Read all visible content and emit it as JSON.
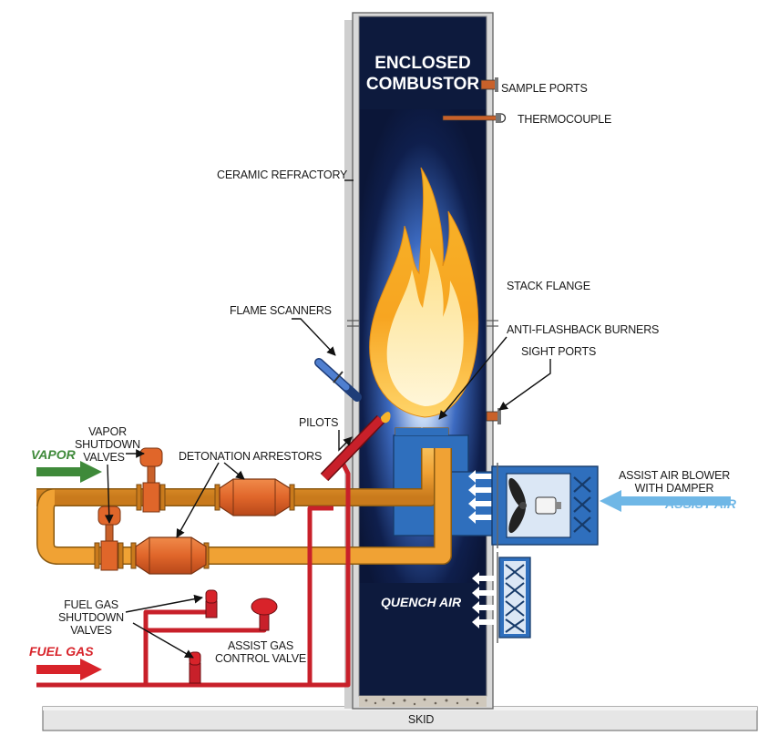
{
  "title": {
    "line1": "ENCLOSED",
    "line2": "COMBUSTOR"
  },
  "labels": {
    "sample_ports": "SAMPLE PORTS",
    "thermocouple": "THERMOCOUPLE",
    "ceramic_refractory": "CERAMIC REFRACTORY",
    "stack_flange": "STACK FLANGE",
    "flame_scanners": "FLAME SCANNERS",
    "anti_flashback_burners": "ANTI-FLASHBACK BURNERS",
    "sight_ports": "SIGHT PORTS",
    "pilots": "PILOTS",
    "vapor_shutdown_valves": {
      "line1": "VAPOR",
      "line2": "SHUTDOWN",
      "line3": "VALVES"
    },
    "detonation_arrestors": "DETONATION ARRESTORS",
    "assist_air_blower": {
      "line1": "ASSIST AIR BLOWER",
      "line2": "WITH DAMPER"
    },
    "fuel_gas_shutdown_valves": {
      "line1": "FUEL GAS",
      "line2": "SHUTDOWN",
      "line3": "VALVES"
    },
    "assist_gas_control_valve": {
      "line1": "ASSIST GAS",
      "line2": "CONTROL VALVE"
    },
    "quench_air": "QUENCH AIR",
    "skid": "SKID"
  },
  "flows": {
    "vapor": "VAPOR",
    "fuel_gas": "FUEL GAS",
    "assist_air": "ASSIST AIR"
  },
  "colors": {
    "vapor_arrow": "#3f8a3a",
    "fuel_gas_arrow": "#d8232a",
    "assist_air_arrow": "#6fb7e6",
    "vapor_pipe": "#f1a33a",
    "fuel_pipe": "#c8202a",
    "combustor_interior": "#0d1a3d",
    "air_duct": "#2f6fbd",
    "arrestor": "#e0662a"
  }
}
